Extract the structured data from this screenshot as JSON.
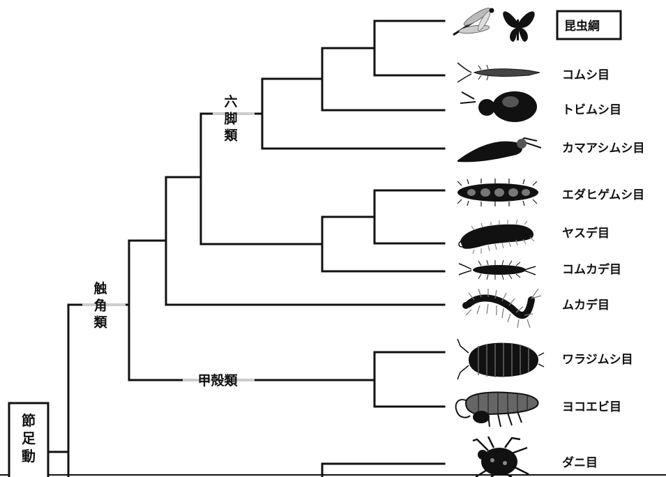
{
  "labels": {
    "arthropoda": "節足動",
    "antennata": "触角類",
    "hexapoda": "六脚類",
    "crustacea": "甲殻類"
  },
  "taxa": [
    {
      "key": "insecta",
      "label": "昆虫綱",
      "icon": "dragonfly-butterfly-icon",
      "boxed": true
    },
    {
      "key": "diplura",
      "label": "コムシ目",
      "icon": "diplura-icon"
    },
    {
      "key": "collembola",
      "label": "トビムシ目",
      "icon": "springtail-icon"
    },
    {
      "key": "protura",
      "label": "カマアシムシ目",
      "icon": "proturan-icon"
    },
    {
      "key": "pauropoda",
      "label": "エダヒゲムシ目",
      "icon": "pauropod-icon"
    },
    {
      "key": "diplopoda",
      "label": "ヤスデ目",
      "icon": "millipede-icon"
    },
    {
      "key": "symphyla",
      "label": "コムカデ目",
      "icon": "symphylan-icon"
    },
    {
      "key": "chilopoda",
      "label": "ムカデ目",
      "icon": "centipede-icon"
    },
    {
      "key": "isopoda",
      "label": "ワラジムシ目",
      "icon": "woodlouse-icon"
    },
    {
      "key": "amphipoda",
      "label": "ヨコエビ目",
      "icon": "amphipod-icon"
    },
    {
      "key": "acari",
      "label": "ダニ目",
      "icon": "mite-icon"
    }
  ],
  "colors": {
    "line": "#111111",
    "background": "#ffffff",
    "halo": "#cccccc"
  }
}
